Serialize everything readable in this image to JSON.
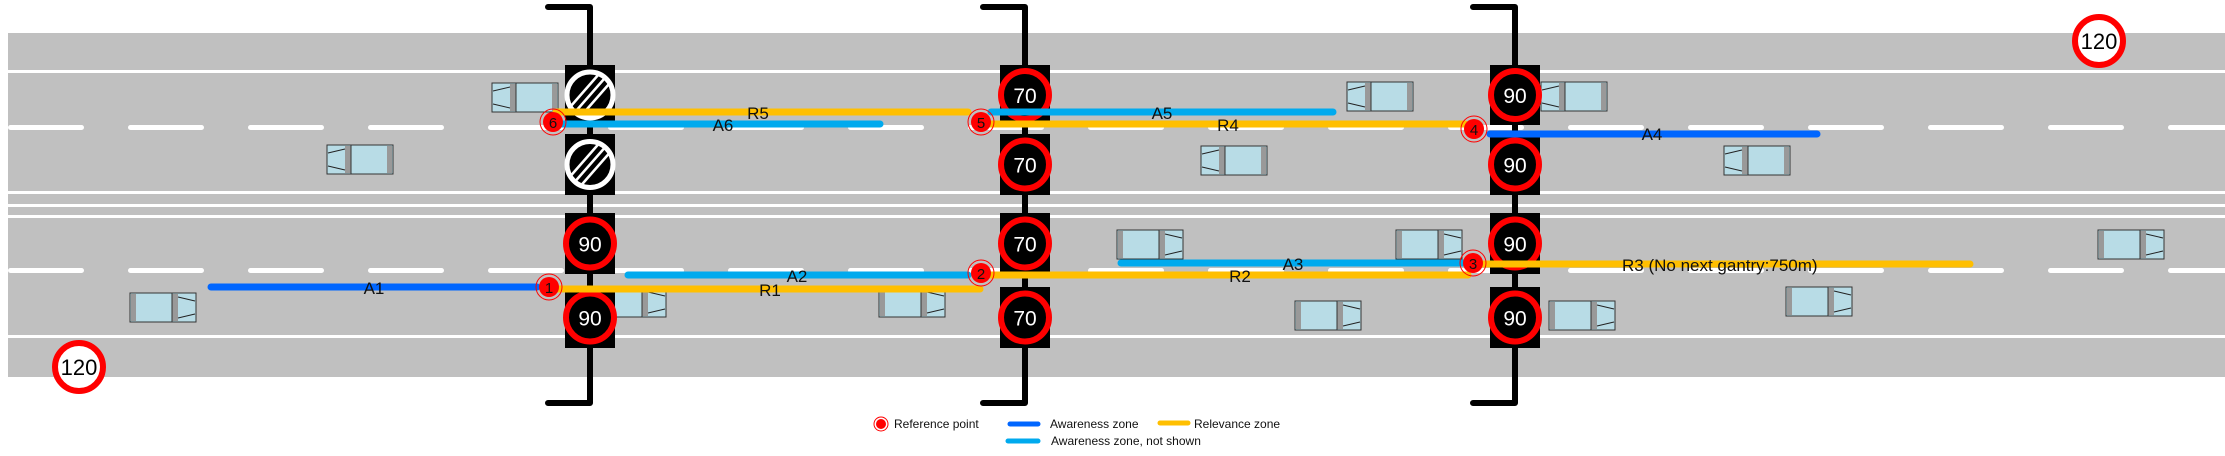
{
  "title": "Gantry speed signs with reference points, awareness zones and relevance zones",
  "colors": {
    "road": "#c0c0c0",
    "lane_marking": "#ffffff",
    "awareness": "#0066ff",
    "awareness_not_shown": "#00aaee",
    "relevance": "#ffbf00",
    "ref_point": "#ff0000",
    "sign_ring": "#ff0000",
    "sign_panel": "#000000",
    "car_body": "#b8dce6"
  },
  "roadside_limits": [
    {
      "id": "limit-top-right",
      "value": "120",
      "roadway": "upper"
    },
    {
      "id": "limit-bottom-left",
      "value": "120",
      "roadway": "lower"
    }
  ],
  "gantries": [
    {
      "id": "gantry-1",
      "signs": [
        {
          "lane": "upper-1",
          "type": "end-of-restrictions",
          "value": ""
        },
        {
          "lane": "upper-2",
          "type": "end-of-restrictions",
          "value": ""
        },
        {
          "lane": "lower-1",
          "type": "speed",
          "value": "90"
        },
        {
          "lane": "lower-2",
          "type": "speed",
          "value": "90"
        }
      ]
    },
    {
      "id": "gantry-2",
      "signs": [
        {
          "lane": "upper-1",
          "type": "speed",
          "value": "70"
        },
        {
          "lane": "upper-2",
          "type": "speed",
          "value": "70"
        },
        {
          "lane": "lower-1",
          "type": "speed",
          "value": "70"
        },
        {
          "lane": "lower-2",
          "type": "speed",
          "value": "70"
        }
      ]
    },
    {
      "id": "gantry-3",
      "signs": [
        {
          "lane": "upper-1",
          "type": "speed",
          "value": "90"
        },
        {
          "lane": "upper-2",
          "type": "speed",
          "value": "90"
        },
        {
          "lane": "lower-1",
          "type": "speed",
          "value": "90"
        },
        {
          "lane": "lower-2",
          "type": "speed",
          "value": "90"
        }
      ]
    }
  ],
  "reference_points": [
    {
      "label": "1",
      "gantry": "gantry-1",
      "roadway": "lower"
    },
    {
      "label": "2",
      "gantry": "gantry-2",
      "roadway": "lower"
    },
    {
      "label": "3",
      "gantry": "gantry-3",
      "roadway": "lower"
    },
    {
      "label": "4",
      "gantry": "gantry-3",
      "roadway": "upper"
    },
    {
      "label": "5",
      "gantry": "gantry-2",
      "roadway": "upper"
    },
    {
      "label": "6",
      "gantry": "gantry-1",
      "roadway": "upper"
    }
  ],
  "zones": [
    {
      "label": "A1",
      "kind": "awareness",
      "from_ref": "1",
      "direction": "upstream"
    },
    {
      "label": "R1",
      "kind": "relevance",
      "from_ref": "1",
      "to_ref": "2"
    },
    {
      "label": "A2",
      "kind": "awareness_not_shown",
      "from_ref": "2",
      "direction": "upstream"
    },
    {
      "label": "R2",
      "kind": "relevance",
      "from_ref": "2",
      "to_ref": "3"
    },
    {
      "label": "A3",
      "kind": "awareness_not_shown",
      "from_ref": "3",
      "direction": "upstream"
    },
    {
      "label": "R3 (No next gantry:750m)",
      "kind": "relevance",
      "from_ref": "3"
    },
    {
      "label": "A4",
      "kind": "awareness",
      "from_ref": "4",
      "direction": "upstream"
    },
    {
      "label": "R4",
      "kind": "relevance",
      "from_ref": "4",
      "to_ref": "5"
    },
    {
      "label": "A5",
      "kind": "awareness_not_shown",
      "from_ref": "5",
      "direction": "upstream"
    },
    {
      "label": "R5",
      "kind": "relevance",
      "from_ref": "5",
      "to_ref": "6"
    },
    {
      "label": "A6",
      "kind": "awareness_not_shown",
      "from_ref": "6",
      "direction": "upstream"
    }
  ],
  "vehicles": {
    "upper_roadway_direction": "left",
    "lower_roadway_direction": "right",
    "upper_count": 6,
    "lower_count": 9
  },
  "legend": {
    "reference_point": "Reference point",
    "awareness_zone": "Awareness zone",
    "relevance_zone": "Relevance zone",
    "awareness_zone_not_shown": "Awareness zone, not shown"
  }
}
